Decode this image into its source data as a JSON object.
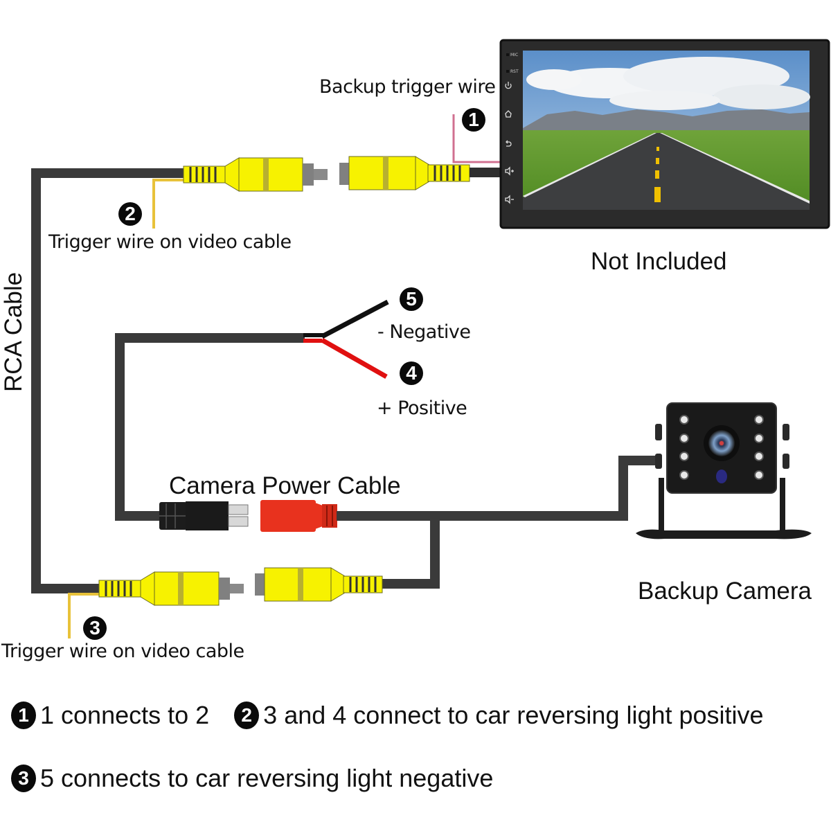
{
  "diagram": {
    "labels": {
      "backup_trigger_wire": "Backup trigger wire",
      "trigger_wire_top": "Trigger wire on video cable",
      "trigger_wire_bottom": "Trigger wire on video cable",
      "not_included": "Not Included",
      "rca_cable": "RCA Cable",
      "negative": "- Negative",
      "positive": "+ Positive",
      "camera_power_cable": "Camera Power Cable",
      "backup_camera": "Backup Camera"
    },
    "markers": {
      "m1": "1",
      "m2": "2",
      "m3": "3",
      "m4": "4",
      "m5": "5"
    },
    "head_unit_buttons": {
      "mic": "MIC",
      "rst": "RST"
    },
    "legend": [
      {
        "badge": "1",
        "text": "1 connects to 2"
      },
      {
        "badge": "2",
        "text": "3 and 4 connect to car reversing light positive"
      },
      {
        "badge": "3",
        "text": "5 connects to car reversing light negative"
      }
    ],
    "colors": {
      "cable": "#3a3a3a",
      "rca_yellow": "#f7f200",
      "trigger_yellow": "#e8c23a",
      "trigger_pink": "#d07090",
      "wire_red": "#e01010",
      "wire_black": "#101010",
      "power_red": "#e8321e"
    }
  }
}
